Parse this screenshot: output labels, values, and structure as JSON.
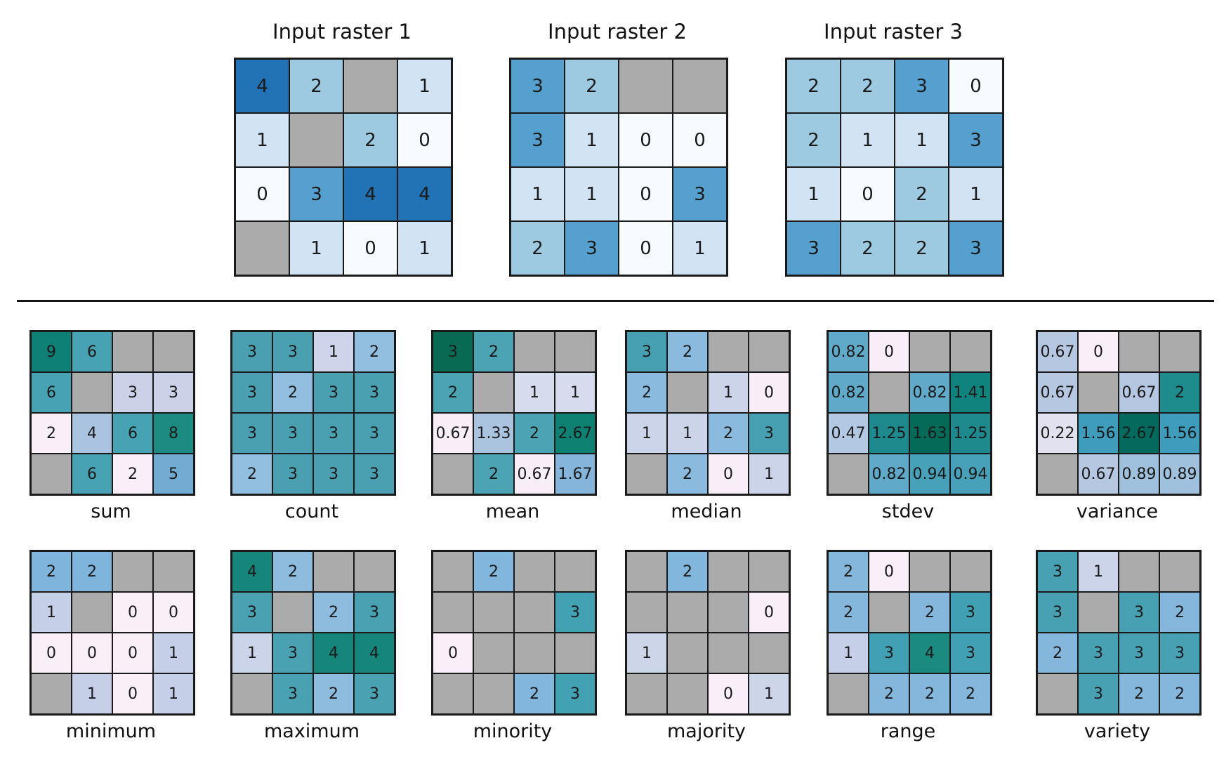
{
  "nodata_color": "#ababab",
  "inputs": [
    {
      "title": "Input raster 1",
      "palette": {
        "0": "#f7fbff",
        "1": "#d2e3f3",
        "2": "#9ecae1",
        "3": "#55a0ce",
        "4": "#2272b6"
      },
      "grid": [
        [
          "4",
          "2",
          null,
          "1"
        ],
        [
          "1",
          null,
          "2",
          "0"
        ],
        [
          "0",
          "3",
          "4",
          "4"
        ],
        [
          null,
          "1",
          "0",
          "1"
        ]
      ]
    },
    {
      "title": "Input raster 2",
      "palette": {
        "0": "#f7fbff",
        "1": "#d2e3f3",
        "2": "#9ecae1",
        "3": "#55a0ce",
        "4": "#2272b6"
      },
      "grid": [
        [
          "3",
          "2",
          null,
          null
        ],
        [
          "3",
          "1",
          "0",
          "0"
        ],
        [
          "1",
          "1",
          "0",
          "3"
        ],
        [
          "2",
          "3",
          "0",
          "1"
        ]
      ]
    },
    {
      "title": "Input raster 3",
      "palette": {
        "0": "#f7fbff",
        "1": "#d2e3f3",
        "2": "#9ecae1",
        "3": "#55a0ce",
        "4": "#2272b6"
      },
      "grid": [
        [
          "2",
          "2",
          "3",
          "0"
        ],
        [
          "2",
          "1",
          "1",
          "3"
        ],
        [
          "1",
          "0",
          "2",
          "1"
        ],
        [
          "3",
          "2",
          "2",
          "3"
        ]
      ]
    }
  ],
  "outputs": [
    {
      "label": "sum",
      "palette": {
        "2": "#f8eff8",
        "3": "#cbd2e8",
        "4": "#a9c3e0",
        "5": "#72acd2",
        "6": "#47a3b3",
        "8": "#1d8b81",
        "9": "#0e8076"
      },
      "grid": [
        [
          "9",
          "6",
          null,
          null
        ],
        [
          "6",
          null,
          "3",
          "3"
        ],
        [
          "2",
          "4",
          "6",
          "8"
        ],
        [
          null,
          "6",
          "2",
          "5"
        ]
      ]
    },
    {
      "label": "count",
      "palette": {
        "1": "#ced4e9",
        "2": "#92bfdf",
        "3": "#4aa0b0"
      },
      "grid": [
        [
          "3",
          "3",
          "1",
          "2"
        ],
        [
          "3",
          "2",
          "3",
          "3"
        ],
        [
          "3",
          "3",
          "3",
          "3"
        ],
        [
          "2",
          "3",
          "3",
          "3"
        ]
      ]
    },
    {
      "label": "mean",
      "palette": {
        "0.67": "#f7eef7",
        "1": "#d7dbee",
        "1.33": "#aac4e0",
        "1.67": "#85b5da",
        "2": "#4ba3b3",
        "2.67": "#0f8173",
        "3": "#086a52"
      },
      "grid": [
        [
          "3",
          "2",
          null,
          null
        ],
        [
          "2",
          null,
          "1",
          "1"
        ],
        [
          "0.67",
          "1.33",
          "2",
          "2.67"
        ],
        [
          null,
          "2",
          "0.67",
          "1.67"
        ]
      ]
    },
    {
      "label": "median",
      "palette": {
        "0": "#f8eef7",
        "1": "#ccd4e9",
        "2": "#8abadd",
        "3": "#47a0b1"
      },
      "grid": [
        [
          "3",
          "2",
          null,
          null
        ],
        [
          "2",
          null,
          "1",
          "0"
        ],
        [
          "1",
          "1",
          "2",
          "3"
        ],
        [
          null,
          "2",
          "0",
          "1"
        ]
      ]
    },
    {
      "label": "stdev",
      "palette": {
        "0": "#f8eef8",
        "0.47": "#b3c8e2",
        "0.82": "#60a9c8",
        "0.94": "#47a1b9",
        "1.25": "#1e8a8d",
        "1.41": "#10837e",
        "1.63": "#056b58"
      },
      "grid": [
        [
          "0.82",
          "0",
          null,
          null
        ],
        [
          "0.82",
          null,
          "0.82",
          "1.41"
        ],
        [
          "0.47",
          "1.25",
          "1.63",
          "1.25"
        ],
        [
          null,
          "0.82",
          "0.94",
          "0.94"
        ]
      ]
    },
    {
      "label": "variance",
      "palette": {
        "0": "#f8eff8",
        "0.22": "#e1e1ef",
        "0.67": "#b6c7e2",
        "0.89": "#9fc1de",
        "1.56": "#3f9dbb",
        "2": "#1e8b8d",
        "2.67": "#036a5d"
      },
      "grid": [
        [
          "0.67",
          "0",
          null,
          null
        ],
        [
          "0.67",
          null,
          "0.67",
          "2"
        ],
        [
          "0.22",
          "1.56",
          "2.67",
          "1.56"
        ],
        [
          null,
          "0.67",
          "0.89",
          "0.89"
        ]
      ]
    },
    {
      "label": "minimum",
      "palette": {
        "0": "#f8eff7",
        "1": "#c5cfe7",
        "2": "#7fb4dc"
      },
      "grid": [
        [
          "2",
          "2",
          null,
          null
        ],
        [
          "1",
          null,
          "0",
          "0"
        ],
        [
          "0",
          "0",
          "0",
          "1"
        ],
        [
          null,
          "1",
          "0",
          "1"
        ]
      ]
    },
    {
      "label": "maximum",
      "palette": {
        "1": "#ccd4e9",
        "2": "#8dbcdf",
        "3": "#49a1b1",
        "4": "#16857a"
      },
      "grid": [
        [
          "4",
          "2",
          null,
          null
        ],
        [
          "3",
          null,
          "2",
          "3"
        ],
        [
          "1",
          "3",
          "4",
          "4"
        ],
        [
          null,
          "3",
          "2",
          "3"
        ]
      ]
    },
    {
      "label": "minority",
      "palette": {
        "0": "#f8eff8",
        "2": "#82b6dd",
        "3": "#43a1b4"
      },
      "grid": [
        [
          null,
          "2",
          null,
          null
        ],
        [
          null,
          null,
          null,
          "3"
        ],
        [
          "0",
          null,
          null,
          null
        ],
        [
          null,
          null,
          "2",
          "3"
        ]
      ]
    },
    {
      "label": "majority",
      "palette": {
        "0": "#f8eff8",
        "1": "#cdd5e9",
        "2": "#82b6dd"
      },
      "grid": [
        [
          null,
          "2",
          null,
          null
        ],
        [
          null,
          null,
          null,
          "0"
        ],
        [
          "1",
          null,
          null,
          null
        ],
        [
          null,
          null,
          "0",
          "1"
        ]
      ]
    },
    {
      "label": "range",
      "palette": {
        "0": "#f8eff8",
        "1": "#c5cfe7",
        "2": "#85b7dd",
        "3": "#42a0b4",
        "4": "#1b8b80"
      },
      "grid": [
        [
          "2",
          "0",
          null,
          null
        ],
        [
          "2",
          null,
          "2",
          "3"
        ],
        [
          "1",
          "3",
          "4",
          "3"
        ],
        [
          null,
          "2",
          "2",
          "2"
        ]
      ]
    },
    {
      "label": "variety",
      "palette": {
        "1": "#ccd4e9",
        "2": "#85b7dd",
        "3": "#47a1b2"
      },
      "grid": [
        [
          "3",
          "1",
          null,
          null
        ],
        [
          "3",
          null,
          "3",
          "2"
        ],
        [
          "2",
          "3",
          "3",
          "3"
        ],
        [
          null,
          "3",
          "2",
          "2"
        ]
      ]
    }
  ]
}
